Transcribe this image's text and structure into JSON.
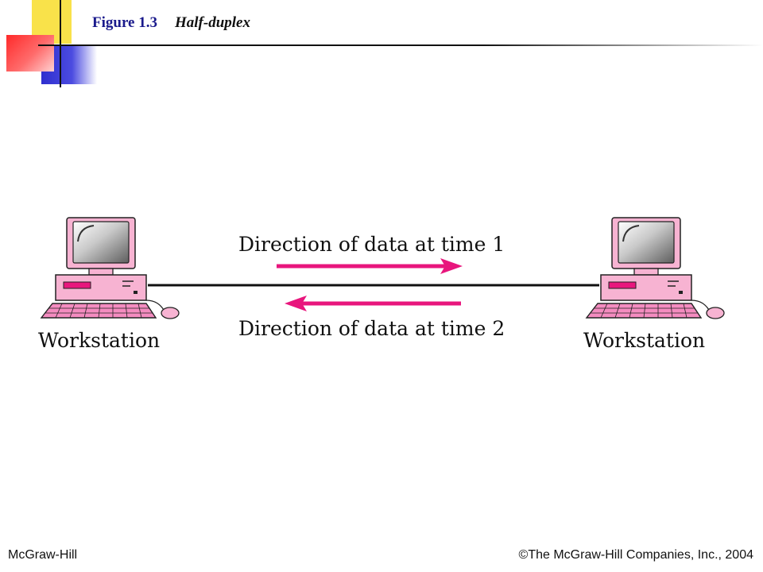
{
  "slide": {
    "figure_number": "Figure 1.3",
    "figure_title": "Half-duplex"
  },
  "diagram": {
    "left_station_label": "Workstation",
    "right_station_label": "Workstation",
    "direction_time1_label": "Direction of data at time 1",
    "direction_time2_label": "Direction of data at time 2",
    "arrow_color": "#e8167d",
    "computer_color": "#f7b3d2"
  },
  "footer": {
    "publisher": "McGraw-Hill",
    "copyright": "©The McGraw-Hill Companies, Inc., 2004"
  }
}
